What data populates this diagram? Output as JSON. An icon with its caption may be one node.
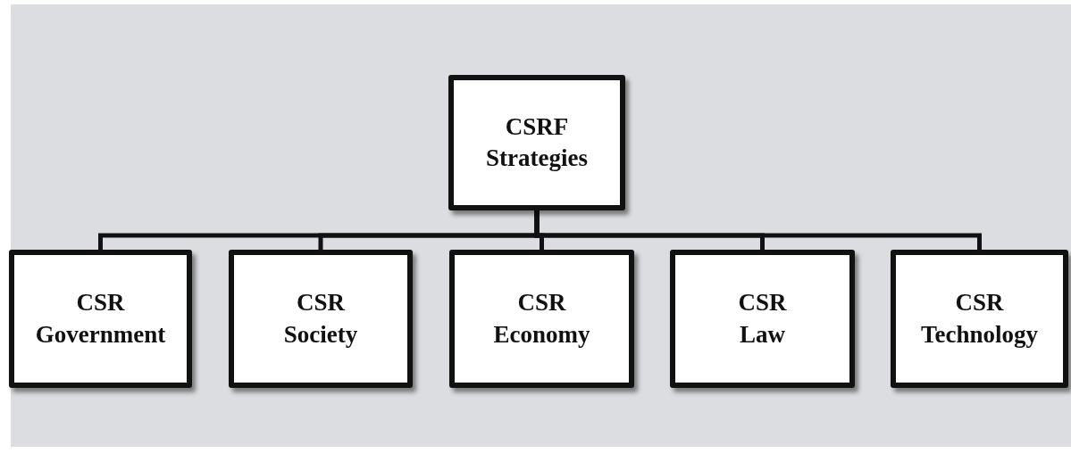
{
  "diagram": {
    "nodes": [
      {
        "text": [
          "CSRF Strategies"
        ]
      },
      {
        "text": [
          "CSR Government"
        ]
      },
      {
        "text": [
          "CSR Society"
        ]
      },
      {
        "text": [
          "CSR Economy"
        ]
      },
      {
        "text": [
          "CSR Law"
        ]
      },
      {
        "text": [
          "CSR Technology"
        ]
      }
    ],
    "edges": [
      {
        "from": 0,
        "to": 1,
        "arrow": "none"
      },
      {
        "from": 0,
        "to": 2,
        "arrow": "none"
      },
      {
        "from": 0,
        "to": 3,
        "arrow": "none"
      },
      {
        "from": 0,
        "to": 4,
        "arrow": "none"
      },
      {
        "from": 0,
        "to": 5,
        "arrow": "none"
      }
    ]
  }
}
